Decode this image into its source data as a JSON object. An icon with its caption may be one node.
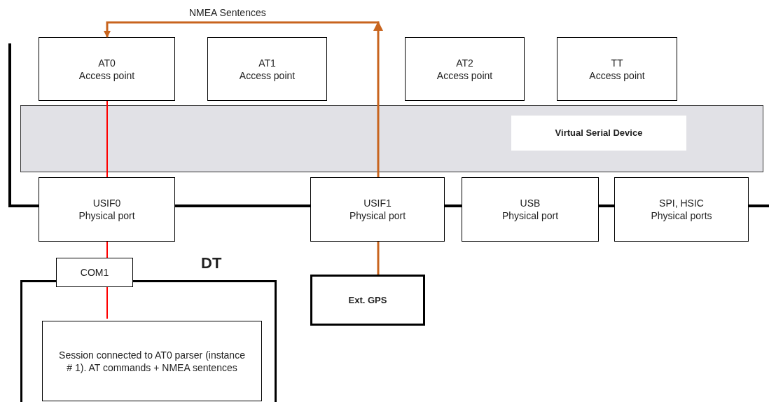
{
  "diagram": {
    "nodes": [
      {
        "text": [
          "AT0",
          "Access point"
        ]
      },
      {
        "text": [
          "AT1",
          "Access point"
        ]
      },
      {
        "text": [
          "AT2",
          "Access point"
        ]
      },
      {
        "text": [
          "TT",
          "Access point"
        ]
      },
      {
        "text": [
          "Virtual Serial Device"
        ]
      },
      {
        "text": [
          "USIF0",
          "Physical port"
        ]
      },
      {
        "text": [
          "USIF1",
          "Physical port"
        ]
      },
      {
        "text": [
          "USB",
          "Physical port"
        ]
      },
      {
        "text": [
          "SPI, HSIC",
          "Physical ports"
        ]
      },
      {
        "text": [
          "DT"
        ]
      },
      {
        "text": [
          "COM1"
        ]
      },
      {
        "text": [
          "Session connected to AT0 parser (instance # 1). AT commands + NMEA sentences"
        ],
        "in": 9
      },
      {
        "text": [
          "Ext. GPS"
        ]
      }
    ],
    "edges": [
      {
        "from": 0,
        "to": 4,
        "arrow": "none"
      },
      {
        "from": 4,
        "to": 5,
        "arrow": "none"
      },
      {
        "from": 5,
        "to": 10,
        "arrow": "none"
      },
      {
        "from": 10,
        "to": 11,
        "arrow": "none"
      },
      {
        "from": 12,
        "to": 6,
        "arrow": "none",
        "color": "#c8641e"
      },
      {
        "from": 6,
        "to": 4,
        "arrow": "none",
        "color": "#c8641e"
      },
      {
        "from": 4,
        "to": 0,
        "arrow": "to",
        "label": "NMEA Sentences",
        "color": "#c8641e"
      }
    ]
  }
}
